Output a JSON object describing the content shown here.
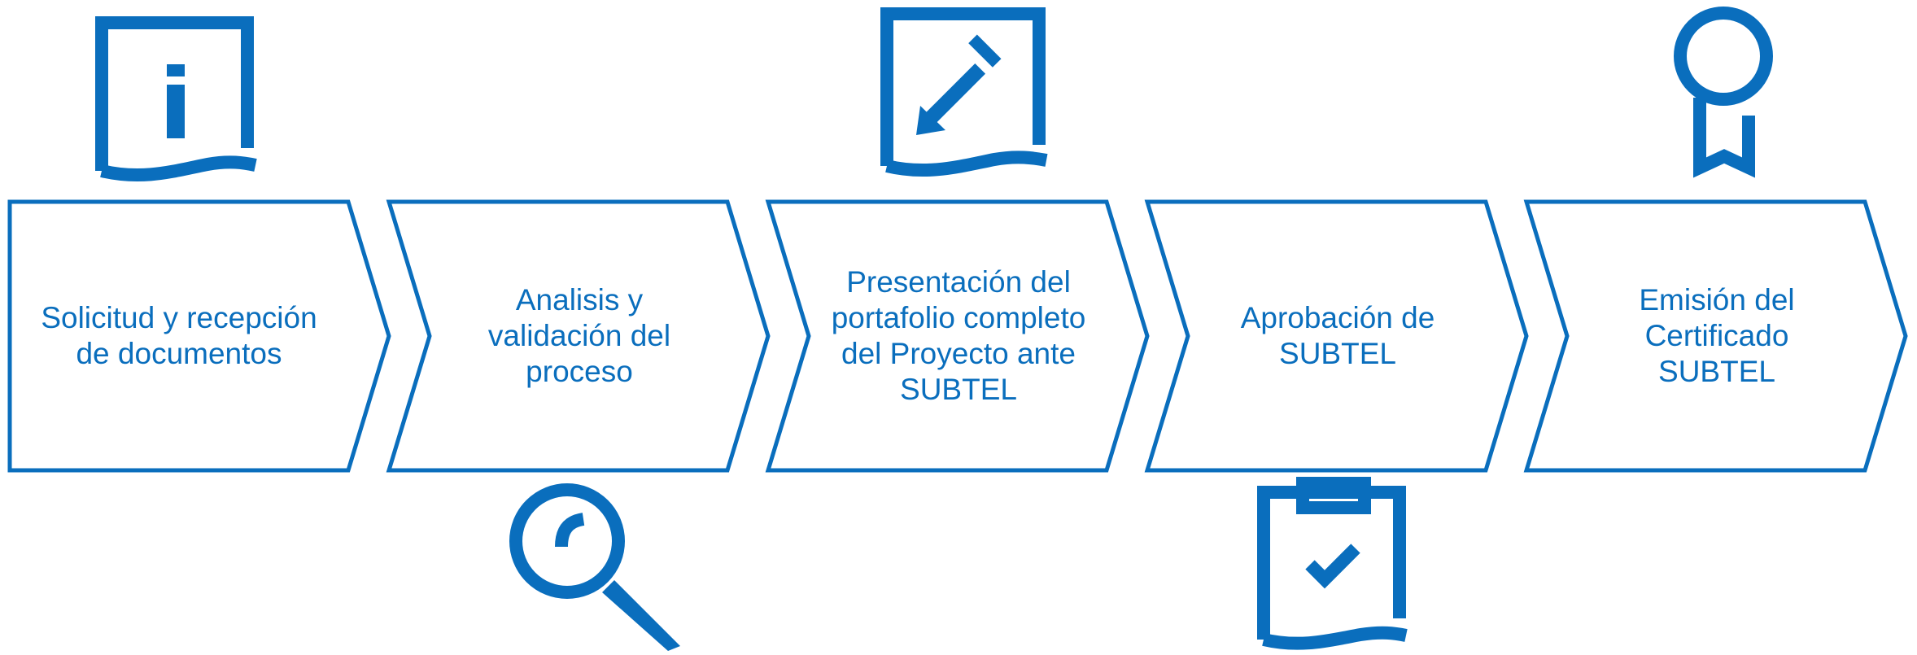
{
  "diagram": {
    "accent_color": "#0A6EBD",
    "steps": [
      {
        "label": "Solicitud y recepción de documentos",
        "icon": "info-document-icon"
      },
      {
        "label": "Analisis y validación del proceso",
        "icon": "magnifier-icon"
      },
      {
        "label": "Presentación del portafolio completo del Proyecto ante SUBTEL",
        "icon": "edit-document-icon"
      },
      {
        "label": "Aprobación de SUBTEL",
        "icon": "clipboard-check-icon"
      },
      {
        "label": "Emisión del Certificado SUBTEL",
        "icon": "ribbon-award-icon"
      }
    ]
  }
}
